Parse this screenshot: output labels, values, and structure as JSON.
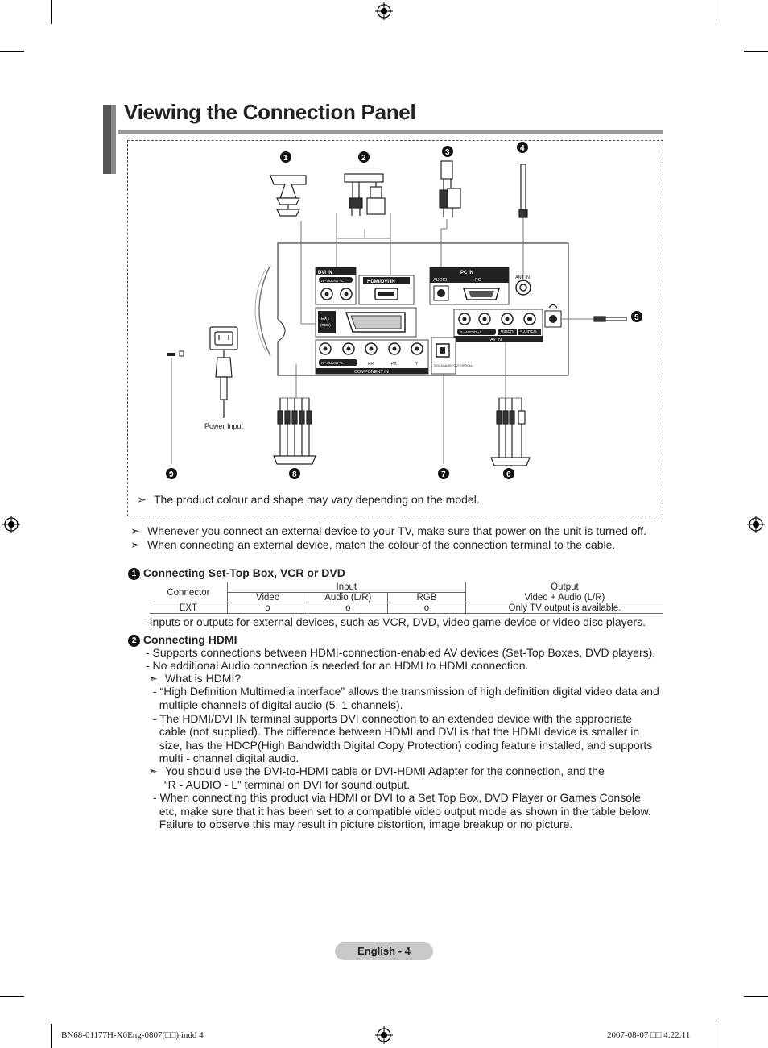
{
  "title": "Viewing the Connection Panel",
  "diagram": {
    "numbers": [
      "1",
      "2",
      "3",
      "4",
      "5",
      "6",
      "7",
      "8",
      "9"
    ],
    "labels": {
      "dvi_in": "DVI IN",
      "audio_rl": "R - AUDIO - L",
      "hdmi_dvi_in": "HDMI/DVI IN",
      "pc_in": "PC IN",
      "audio": "AUDIO",
      "pc": "PC",
      "ant_in": "ANT IN",
      "ext": "EXT",
      "ext_sub": "(RGB)",
      "av_audio": "R - AUDIO - L",
      "video": "VIDEO",
      "s_video": "S-VIDEO",
      "av_in": "AV IN",
      "comp_audio": "R - AUDIO - L",
      "pr": "PR",
      "pb": "PB",
      "y": "Y",
      "component_in": "COMPONENT IN",
      "digital_audio_out": "DIGITAL AUDIO OUT (OPTICAL)",
      "power_input": "Power Input"
    }
  },
  "panel_note": "The product colour and shape may vary depending on the model.",
  "notes": [
    "Whenever you connect an external device to your TV, make sure that power on the unit is turned off.",
    "When connecting an external device, match the colour of the connection terminal to the cable."
  ],
  "section1": {
    "num": "1",
    "heading": "Connecting Set-Top Box, VCR or DVD",
    "table": {
      "connector": "Connector",
      "input": "Input",
      "output": "Output",
      "video": "Video",
      "audio_lr": "Audio (L/R)",
      "rgb": "RGB",
      "out_video_audio": "Video + Audio (L/R)",
      "row_label": "EXT",
      "row_video": "o",
      "row_audio": "o",
      "row_rgb": "o",
      "row_output": "Only TV output is available."
    },
    "footnote": "-Inputs or outputs for external devices, such as VCR, DVD, video game device or video disc players."
  },
  "section2": {
    "num": "2",
    "heading": "Connecting HDMI",
    "lines": [
      "- Supports connections between HDMI-connection-enabled AV devices (Set-Top Boxes, DVD players).",
      "- No additional Audio connection is needed for an HDMI to HDMI connection."
    ],
    "what_is": "What is HDMI?",
    "hdmi_lines_a": [
      "- “High Definition Multimedia interface” allows the transmission of high definition digital video data and",
      "  multiple channels of digital audio (5. 1 channels).",
      "- The HDMI/DVI IN terminal supports DVI connection to an extended device with the appropriate",
      "  cable (not supplied). The difference between HDMI and DVI is that the HDMI device is smaller in",
      "  size, has the HDCP(High Bandwidth Digital Copy Protection) coding feature installed, and supports",
      "  multi - channel digital audio."
    ],
    "dvi_note_1": "You should use the DVI-to-HDMI cable or DVI-HDMI Adapter for the connection, and the",
    "dvi_note_2": "“R - AUDIO - L” terminal on DVI for sound output.",
    "hdmi_lines_b": [
      "- When connecting this product via HDMI or DVI to a Set Top Box, DVD Player or Games Console",
      "  etc, make sure that it has been set to a compatible video output mode as shown in the table below.",
      "  Failure to observe this may result in picture distortion, image breakup or no picture."
    ]
  },
  "footer": {
    "page": "English - 4",
    "file": "BN68-01177H-X0Eng-0807(□□).indd   4",
    "date": "2007-08-07   □□ 4:22:11"
  }
}
